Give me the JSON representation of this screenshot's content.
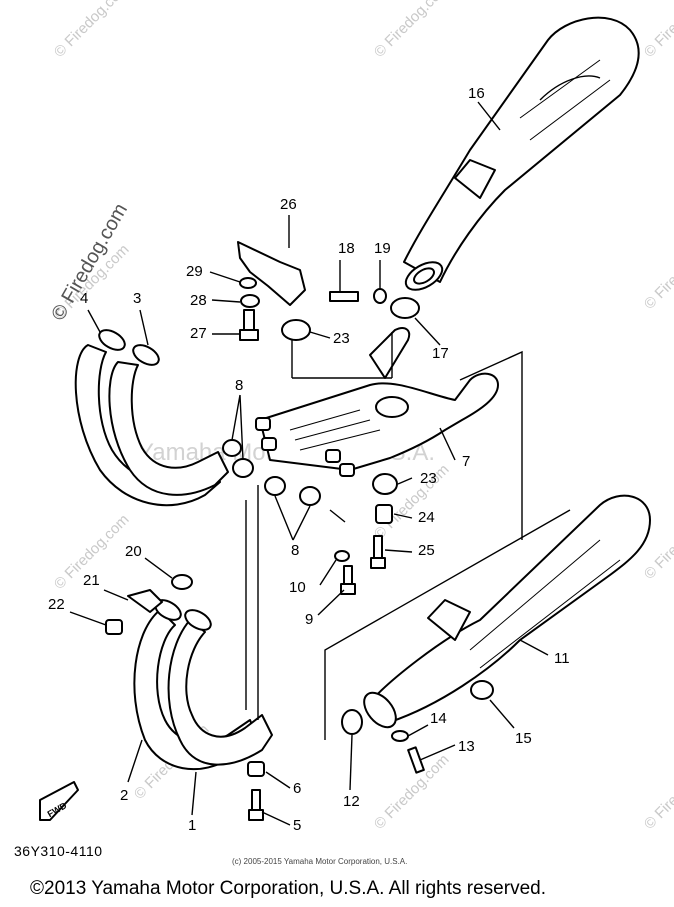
{
  "diagram": {
    "catalog_number": "36Y310-4110",
    "small_copyright": "(c) 2005-2015 Yamaha Motor Corporation, U.S.A.",
    "footer_copyright": "©2013 Yamaha Motor Corporation, U.S.A. All rights reserved.",
    "center_watermark": "Yamaha Motor Corp, U.S.A.",
    "site_watermark": "© Firedog.com",
    "fwd_label": "FWD",
    "callouts": [
      "1",
      "2",
      "3",
      "4",
      "5",
      "6",
      "7",
      "8",
      "8",
      "9",
      "10",
      "11",
      "12",
      "13",
      "14",
      "15",
      "16",
      "17",
      "18",
      "19",
      "20",
      "21",
      "22",
      "23",
      "23",
      "24",
      "25",
      "26",
      "27",
      "28",
      "29"
    ]
  }
}
